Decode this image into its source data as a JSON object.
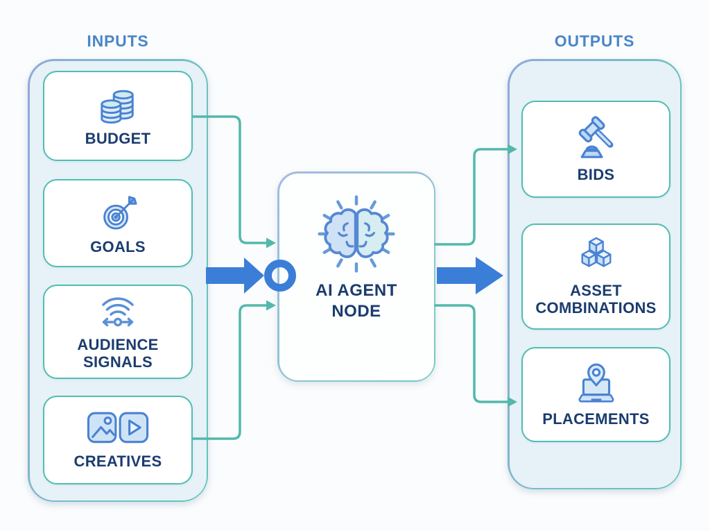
{
  "diagram": {
    "inputs": {
      "title": "INPUTS",
      "items": [
        {
          "label": "BUDGET",
          "icon": "coins-icon"
        },
        {
          "label": "GOALS",
          "icon": "target-icon"
        },
        {
          "label": "AUDIENCE SIGNALS",
          "icon": "audience-signals-icon"
        },
        {
          "label": "CREATIVES",
          "icon": "image-video-icon"
        }
      ]
    },
    "node": {
      "title_line1": "AI AGENT",
      "title_line2": "NODE",
      "icon": "brain-icon"
    },
    "outputs": {
      "title": "OUTPUTS",
      "items": [
        {
          "label": "BIDS",
          "icon": "gavel-icon"
        },
        {
          "label": "ASSET COMBINATIONS",
          "icon": "cubes-icon"
        },
        {
          "label": "PLACEMENTS",
          "icon": "laptop-pin-icon"
        }
      ]
    },
    "colors": {
      "accent_blue": "#3b7ed8",
      "connector_teal": "#53b8ab",
      "label_navy": "#1b3c6e",
      "header_blue": "#4a86c9",
      "panel_background": "#e7f1f8",
      "box_border_teal": "#4fbfb0",
      "icon_stroke_blue": "#4a82d2"
    }
  }
}
